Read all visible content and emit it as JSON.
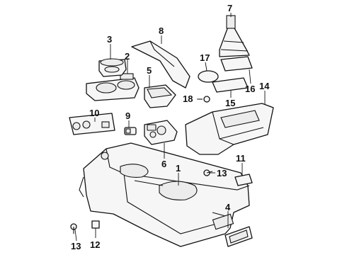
{
  "diagram": {
    "callouts": {
      "c1": "1",
      "c2": "2",
      "c3": "3",
      "c4": "4",
      "c5": "5",
      "c6": "6",
      "c7": "7",
      "c8": "8",
      "c9": "9",
      "c10": "10",
      "c11": "11",
      "c12": "12",
      "c13a": "13",
      "c13b": "13",
      "c14": "14",
      "c15": "15",
      "c16": "16",
      "c17": "17",
      "c18": "18"
    }
  }
}
